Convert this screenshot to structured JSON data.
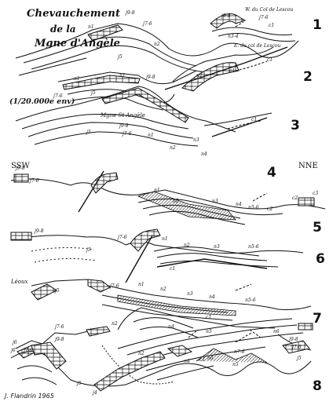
{
  "title": {
    "line1": "Chevauchement",
    "line2": "de la",
    "line3": "Mgne d'Angèle"
  },
  "scale_note": "(1/20.000e env)",
  "orientation": {
    "left": "SSW",
    "right": "NNE"
  },
  "author": "J. Flandrin  1965",
  "sections": [
    "1",
    "2",
    "3",
    "4",
    "5",
    "6",
    "7",
    "8"
  ],
  "place_labels": {
    "col_w": "W. du Col de Lescou",
    "col_e": "E. du col de Lescou",
    "angele": "Mgne St Angèle",
    "leoux": "Léoux"
  },
  "unit_labels": [
    "j9-8",
    "j7-6",
    "n1",
    "n2",
    "j5",
    "c1",
    "j9-8",
    "j7-6",
    "n3-4",
    "c1",
    "n1",
    "n2",
    "c1",
    "j7-6",
    "j5",
    "n1",
    "j9-8",
    "j9-8",
    "j7-6",
    "j5",
    "n1",
    "n2",
    "n3",
    "n4",
    "c1",
    "c2",
    "j9-8",
    "j7-6",
    "n1",
    "n2",
    "n3",
    "n4",
    "n5-6",
    "c2",
    "c3",
    "j9-8",
    "j5",
    "j7-6",
    "n1",
    "n2",
    "n3",
    "n5-6",
    "c1",
    "j5",
    "j7-6",
    "n1",
    "n2",
    "n3",
    "n4",
    "n5-6",
    "c1",
    "j7-6",
    "j6",
    "n2",
    "n4",
    "n5",
    "n6",
    "c1",
    "j6",
    "j7-6",
    "j9-8",
    "n2",
    "n4",
    "n5",
    "n6",
    "n7-6",
    "j9-8",
    "j7-6",
    "j5",
    "j4",
    "j5"
  ]
}
